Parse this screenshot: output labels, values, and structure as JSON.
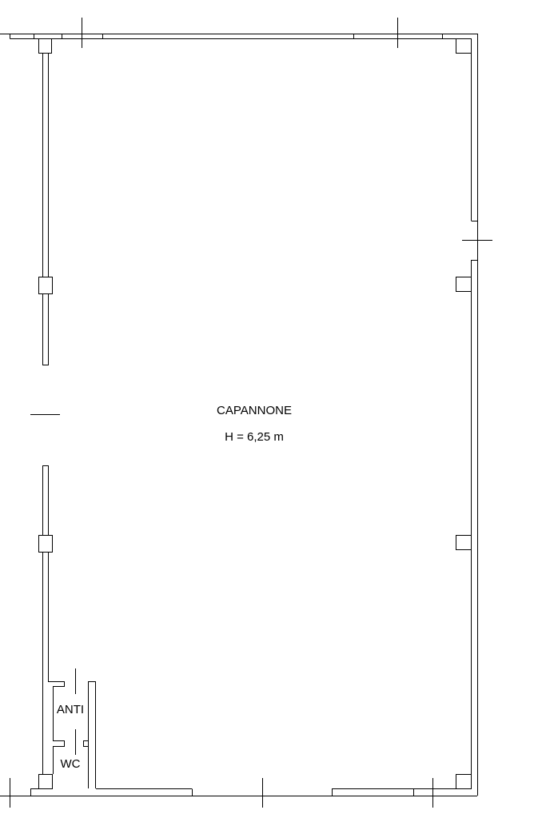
{
  "room": {
    "name": "CAPANNONE",
    "height_label": "H = 6,25 m"
  },
  "rooms": {
    "anti": "ANTI",
    "wc": "WC"
  }
}
